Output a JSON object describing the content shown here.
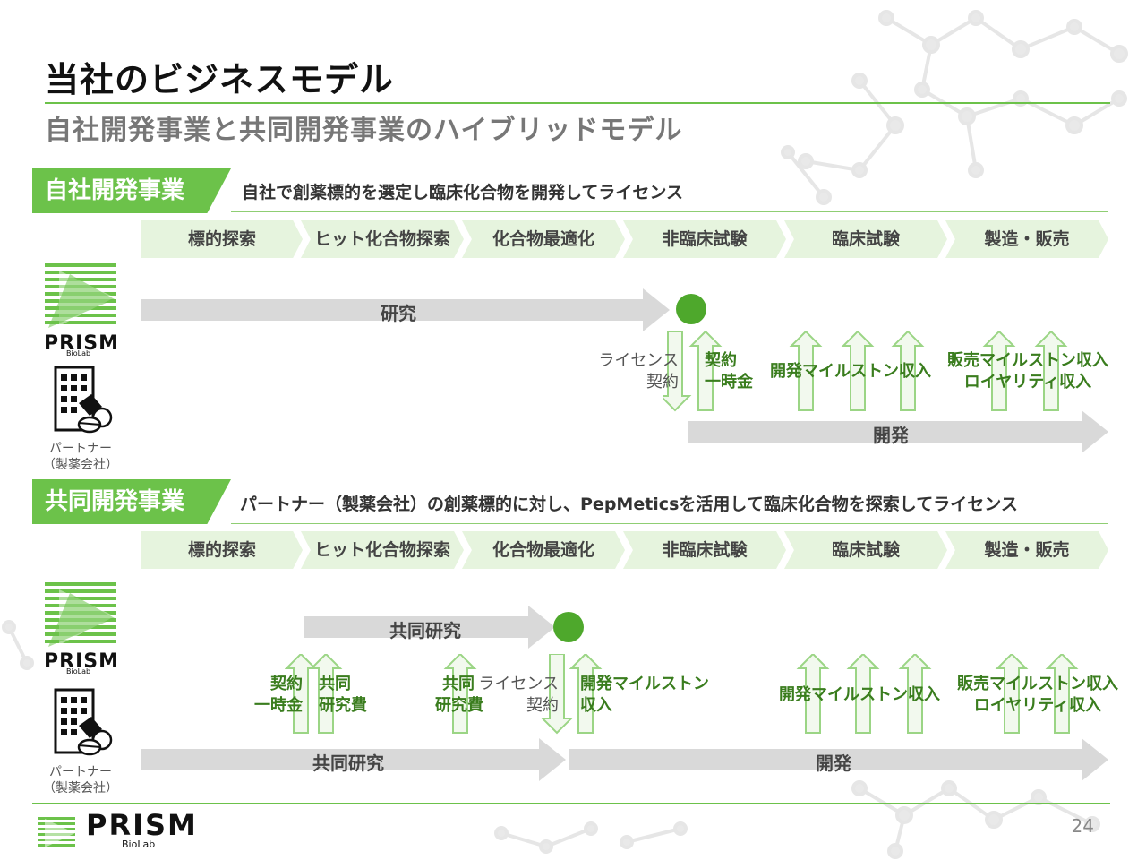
{
  "title": "当社のビジネスモデル",
  "subtitle": "自社開発事業と共同開発事業のハイブリッドモデル",
  "stages": [
    "標的探索",
    "ヒット化合物探索",
    "化合物最適化",
    "非臨床試験",
    "臨床試験",
    "製造・販売"
  ],
  "logo": {
    "word": "PRISM",
    "sub": "BioLab"
  },
  "partner": {
    "line1": "パートナー",
    "line2": "（製薬会社）"
  },
  "section1": {
    "tag": "自社開発事業",
    "desc": "自社で創薬標的を選定し臨床化合物を開発してライセンス",
    "research_label": "研究",
    "license_contract": [
      "ライセンス",
      "契約"
    ],
    "contract_lump": [
      "契約",
      "一時金"
    ],
    "dev_milestone": "開発マイルストン収入",
    "sales_royalty": [
      "販売マイルストン収入",
      "ロイヤリティ収入"
    ],
    "development_label": "開発"
  },
  "section2": {
    "tag": "共同開発事業",
    "desc": "パートナー（製薬会社）の創薬標的に対し、PepMeticsを活用して臨床化合物を探索してライセンス",
    "joint_research_top": "共同研究",
    "contract_lump": [
      "契約",
      "一時金"
    ],
    "joint_cost1": [
      "共同",
      "研究費"
    ],
    "joint_cost2": [
      "共同",
      "研究費"
    ],
    "license_contract": [
      "ライセンス",
      "契約"
    ],
    "dev_milestone_a": [
      "開発マイルストン",
      "収入"
    ],
    "dev_milestone_b": "開発マイルストン収入",
    "sales_royalty": [
      "販売マイルストン収入",
      "ロイヤリティ収入"
    ],
    "joint_research_bottom": "共同研究",
    "development_label": "開発"
  },
  "page_number": "24",
  "colors": {
    "accent": "#6cc24a",
    "dark_green": "#3a7d1e",
    "stage_bg": "#e6f4de",
    "bar_gray": "#d9d9d9"
  }
}
